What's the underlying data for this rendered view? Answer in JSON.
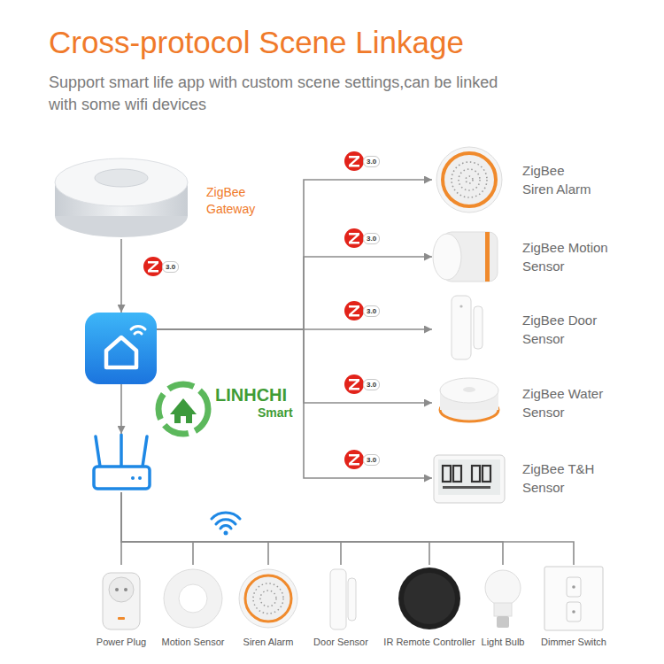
{
  "diagram": {
    "title": "Cross-protocol Scene Linkage",
    "nodes": [
      {
        "text": [
          "ZigBee Gateway"
        ]
      },
      {
        "text": []
      },
      {
        "text": []
      },
      {
        "text": [
          "ZigBee Siren Alarm"
        ]
      },
      {
        "text": [
          "ZigBee Motion Sensor"
        ]
      },
      {
        "text": [
          "ZigBee Door Sensor"
        ]
      },
      {
        "text": [
          "ZigBee Water Sensor"
        ]
      },
      {
        "text": [
          "ZigBee T&H Sensor"
        ]
      },
      {
        "text": [
          "Power Plug"
        ]
      },
      {
        "text": [
          "Motion Sensor"
        ]
      },
      {
        "text": [
          "Siren Alarm"
        ]
      },
      {
        "text": [
          "Door Sensor"
        ]
      },
      {
        "text": [
          "IR Remote Controller"
        ]
      },
      {
        "text": [
          "Light Bulb"
        ]
      },
      {
        "text": [
          "Dimmer Switch"
        ]
      }
    ],
    "edges": [
      {
        "from": 0,
        "to": 1,
        "arrow": "to",
        "label": "3.0"
      },
      {
        "from": 1,
        "to": 2,
        "arrow": "to"
      },
      {
        "from": 1,
        "to": 3,
        "arrow": "to",
        "label": "3.0"
      },
      {
        "from": 1,
        "to": 4,
        "arrow": "to",
        "label": "3.0"
      },
      {
        "from": 1,
        "to": 5,
        "arrow": "to",
        "label": "3.0"
      },
      {
        "from": 1,
        "to": 6,
        "arrow": "to",
        "label": "3.0"
      },
      {
        "from": 1,
        "to": 7,
        "arrow": "to",
        "label": "3.0"
      },
      {
        "from": 2,
        "to": 8,
        "arrow": "none"
      },
      {
        "from": 2,
        "to": 9,
        "arrow": "none"
      },
      {
        "from": 2,
        "to": 10,
        "arrow": "none"
      },
      {
        "from": 2,
        "to": 11,
        "arrow": "none"
      },
      {
        "from": 2,
        "to": 12,
        "arrow": "none"
      },
      {
        "from": 2,
        "to": 13,
        "arrow": "none"
      },
      {
        "from": 2,
        "to": 14,
        "arrow": "none"
      }
    ],
    "labels": [
      "Support smart life app with custom scene settings,can be linked with some wifi devices",
      "LINHCHI",
      "Smart"
    ]
  }
}
